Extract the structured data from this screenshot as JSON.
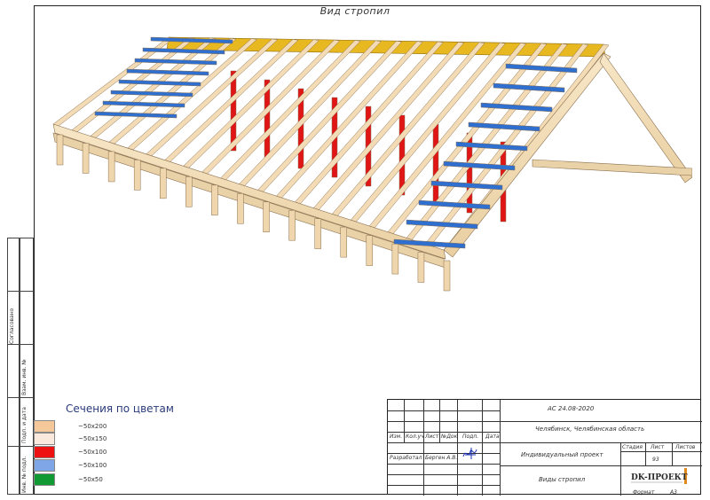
{
  "view_title": "Вид стропил",
  "side_stamp": {
    "labels": [
      "Согласовано",
      "Взам. инв. №",
      "Подп. и дата",
      "Инв. № подл."
    ]
  },
  "legend": {
    "title": "Сечения по цветам",
    "items": [
      {
        "label": "~50х200",
        "color": "#f5c899"
      },
      {
        "label": "~50х150",
        "color": "#fbe8dc"
      },
      {
        "label": "~50х100",
        "color": "#ee1111"
      },
      {
        "label": "~50х100",
        "color": "#7fa6e6"
      },
      {
        "label": "~50х50",
        "color": "#119933"
      }
    ]
  },
  "title_block": {
    "doc_code": "АС 24.08-2020",
    "location": "Челябинск, Челябинская область",
    "headers": [
      "Изм.",
      "Кол.уч",
      "Лист",
      "№Док",
      "Подп.",
      "Дата"
    ],
    "role": "Разработал",
    "developer": "Берген А.В.",
    "project": "Индивидуальный проект",
    "stage_header": "Стадия",
    "sheet_header": "Лист",
    "sheets_header": "Листов",
    "sheet_number": "93",
    "sheet_name": "Виды стропил",
    "company": "DK-ПРОЕКТ",
    "format_label": "Формат",
    "format_value": "А3"
  },
  "colors": {
    "timber": "#f3dcb5",
    "timber_edge": "#8a7050",
    "red_member": "#e01515",
    "blue_batten": "#2f6fd0",
    "ridge": "#e8b820"
  }
}
